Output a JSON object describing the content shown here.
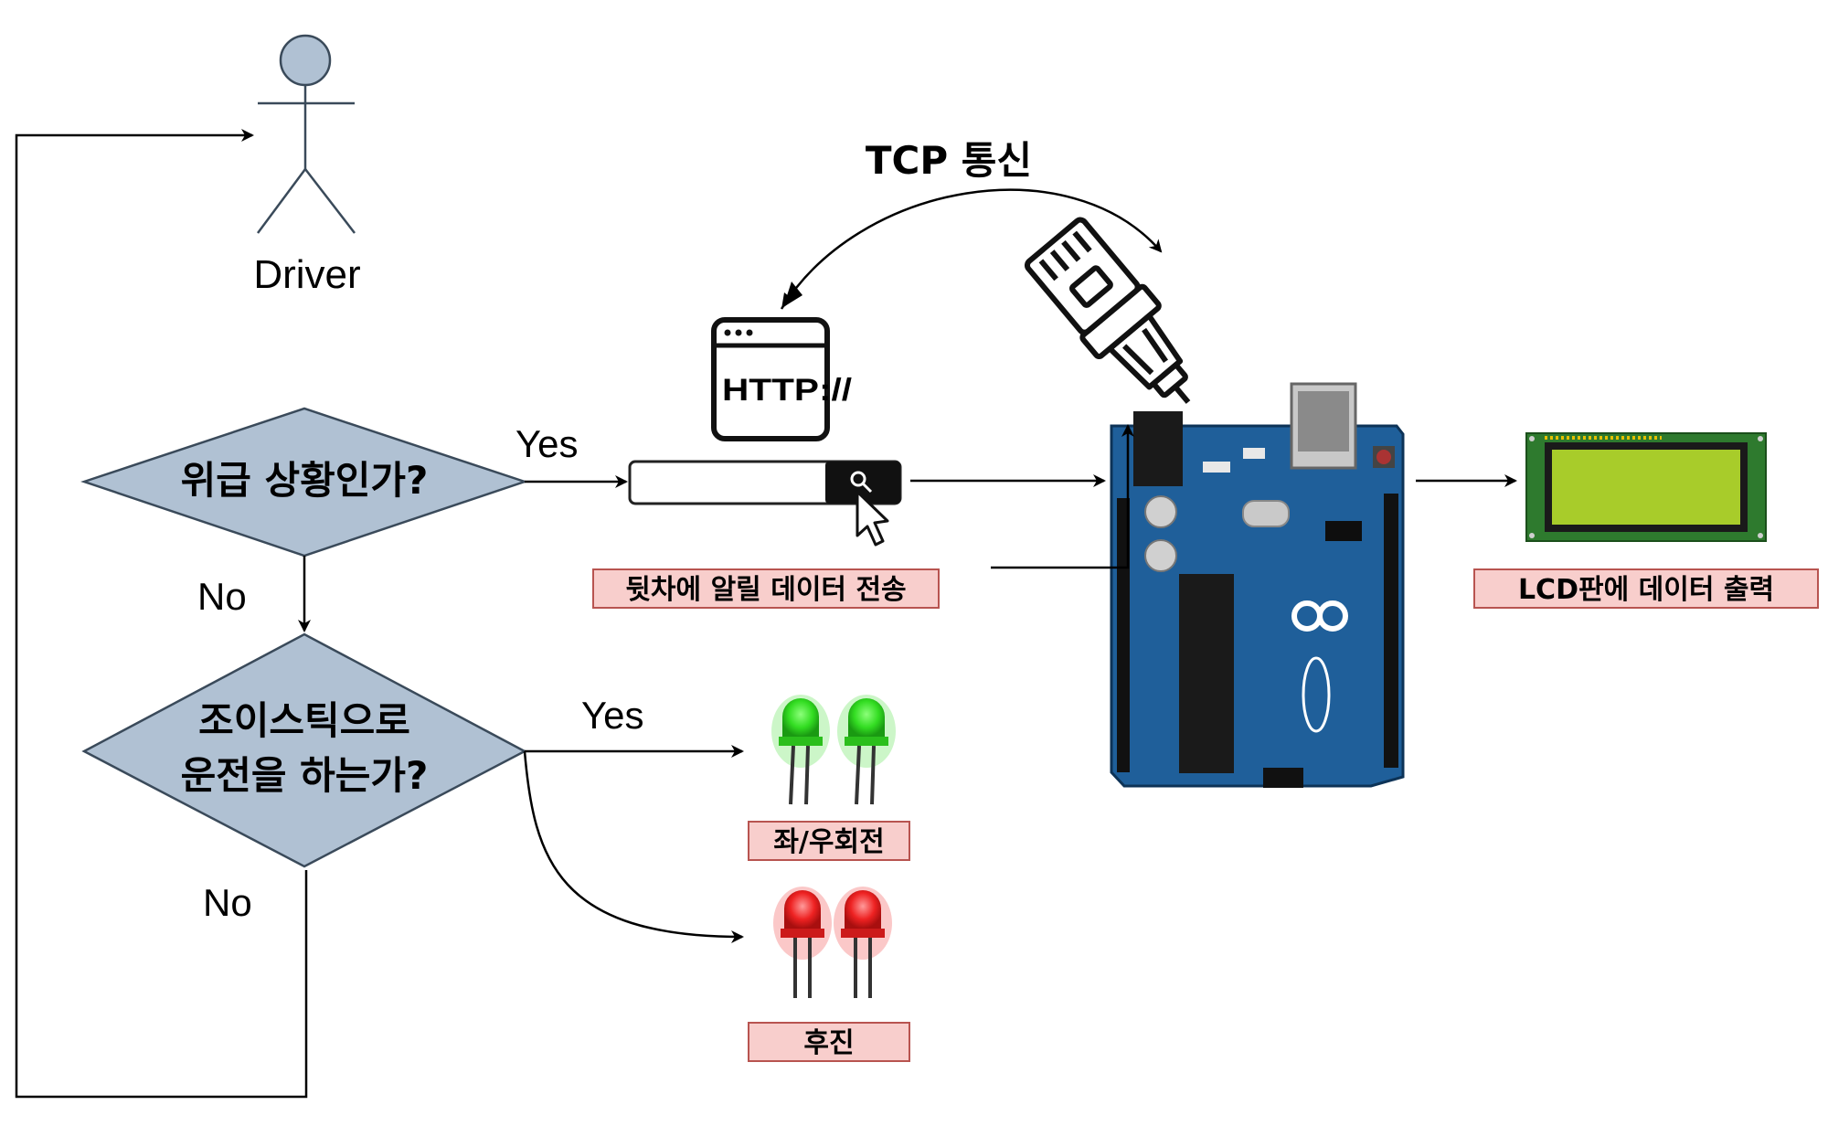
{
  "actor": {
    "label": "Driver"
  },
  "decision1": {
    "label": "위급 상황인가?",
    "yes": "Yes",
    "no": "No"
  },
  "decision2": {
    "line1": "조이스틱으로",
    "line2": "운전을 하는가?",
    "yes": "Yes",
    "no": "No"
  },
  "tcp": {
    "label": "TCP 통신"
  },
  "http_icon": {
    "text": "HTTP://"
  },
  "labels": {
    "send_data": "뒷차에 알릴 데이터 전송",
    "lcd_output": "LCD판에 데이터 출력",
    "turn": "좌/우회전",
    "reverse": "후진"
  },
  "colors": {
    "diamond_fill": "#b0c1d3",
    "diamond_stroke": "#3a4a5a",
    "label_fill": "#f8cecc",
    "label_stroke": "#b85450",
    "led_green": "#33dd22",
    "led_red": "#ee2222",
    "board_blue": "#1f5f9a",
    "lcd_green": "#a8cc2a"
  },
  "icons": [
    "stick-figure-icon",
    "http-browser-icon",
    "search-bar-icon",
    "cursor-icon",
    "ethernet-plug-icon",
    "arduino-board",
    "lcd-module",
    "led-icon"
  ]
}
